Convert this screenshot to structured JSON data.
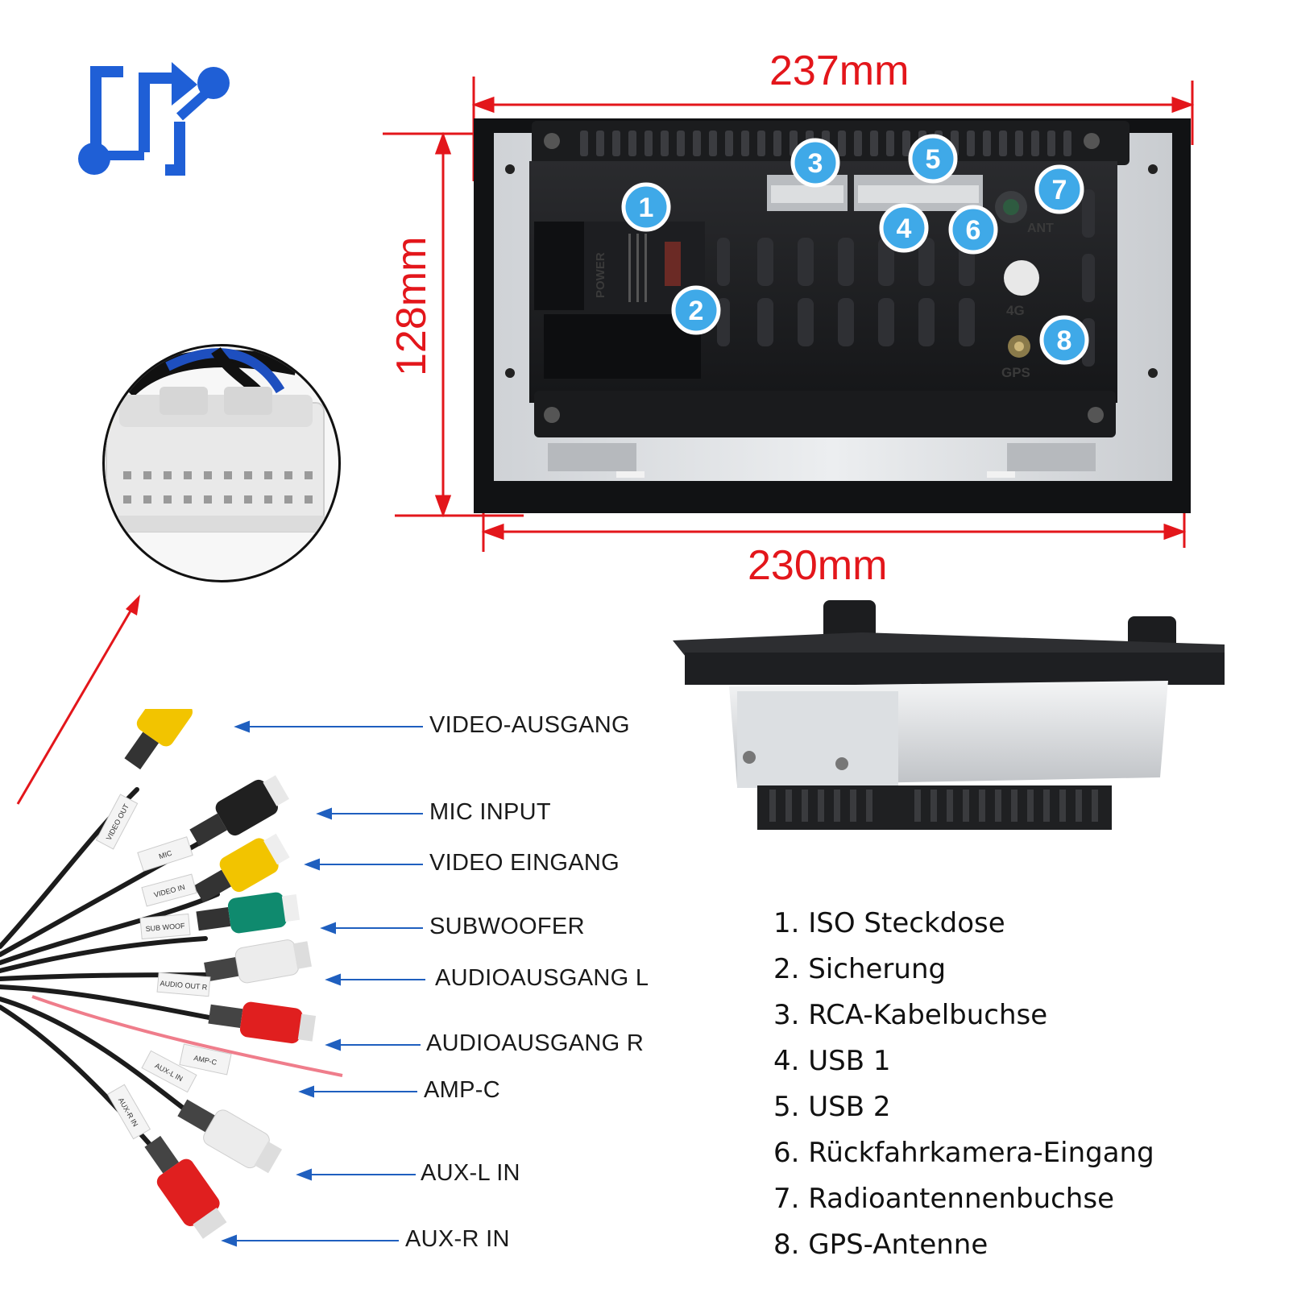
{
  "dimensions": {
    "top_width": "237mm",
    "bottom_width": "230mm",
    "height": "128mm"
  },
  "unit_labels": {
    "power": "POWER",
    "ant": "ANT",
    "fourg": "4G",
    "gps": "GPS"
  },
  "badges": [
    "1",
    "2",
    "3",
    "4",
    "5",
    "6",
    "7",
    "8"
  ],
  "cable_labels": [
    "VIDEO-AUSGANG",
    "MIC INPUT",
    "VIDEO EINGANG",
    "SUBWOOFER",
    "AUDIOAUSGANG L",
    "AUDIOAUSGANG R",
    "AMP-C",
    "AUX-L IN",
    "AUX-R IN"
  ],
  "sleeve_labels": [
    "VIDEO OUT",
    "MIC",
    "VIDEO IN",
    "SUB WOOF",
    "AUDIO OUT R",
    "AMP-C",
    "AUX-L IN",
    "AUX-R IN"
  ],
  "legend": [
    "1. ISO Steckdose",
    "2. Sicherung",
    "3. RCA-Kabelbuchse",
    "4. USB 1",
    "5. USB 2",
    "6. Rückfahrkamera-Eingang",
    "7. Radioantennenbuchse",
    "8. GPS-Antenne"
  ],
  "colors": {
    "dimension_red": "#e3161b",
    "pointer_blue": "#1f5fbf",
    "logo_blue": "#1f5fd6",
    "badge_blue": "#3fa9e8"
  },
  "icons": [
    "brand-logo-icon"
  ]
}
